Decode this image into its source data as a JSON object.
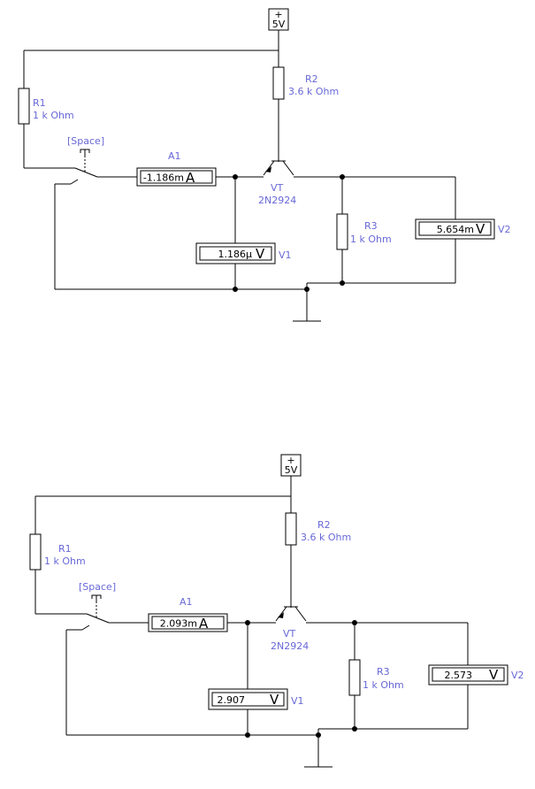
{
  "circuits": [
    {
      "source": {
        "plus": "+",
        "label": "5V"
      },
      "r1": {
        "name": "R1",
        "value": "1 k Ohm"
      },
      "r2": {
        "name": "R2",
        "value": "3.6 k Ohm"
      },
      "r3": {
        "name": "R3",
        "value": "1 k Ohm"
      },
      "switch": {
        "key": "[Space]"
      },
      "transistor": {
        "name": "VT",
        "model": "2N2924"
      },
      "a1": {
        "name": "A1",
        "reading": "-1.186m",
        "unit": "A"
      },
      "v1": {
        "name": "V1",
        "reading": "1.186µ",
        "unit": "V"
      },
      "v2": {
        "name": "V2",
        "reading": "5.654m",
        "unit": "V"
      }
    },
    {
      "source": {
        "plus": "+",
        "label": "5V"
      },
      "r1": {
        "name": "R1",
        "value": "1 k Ohm"
      },
      "r2": {
        "name": "R2",
        "value": "3.6 k Ohm"
      },
      "r3": {
        "name": "R3",
        "value": "1 k Ohm"
      },
      "switch": {
        "key": "[Space]"
      },
      "transistor": {
        "name": "VT",
        "model": "2N2924"
      },
      "a1": {
        "name": "A1",
        "reading": "2.093m",
        "unit": "A"
      },
      "v1": {
        "name": "V1",
        "reading": "2.907",
        "unit": "V"
      },
      "v2": {
        "name": "V2",
        "reading": "2.573",
        "unit": "V"
      }
    }
  ]
}
